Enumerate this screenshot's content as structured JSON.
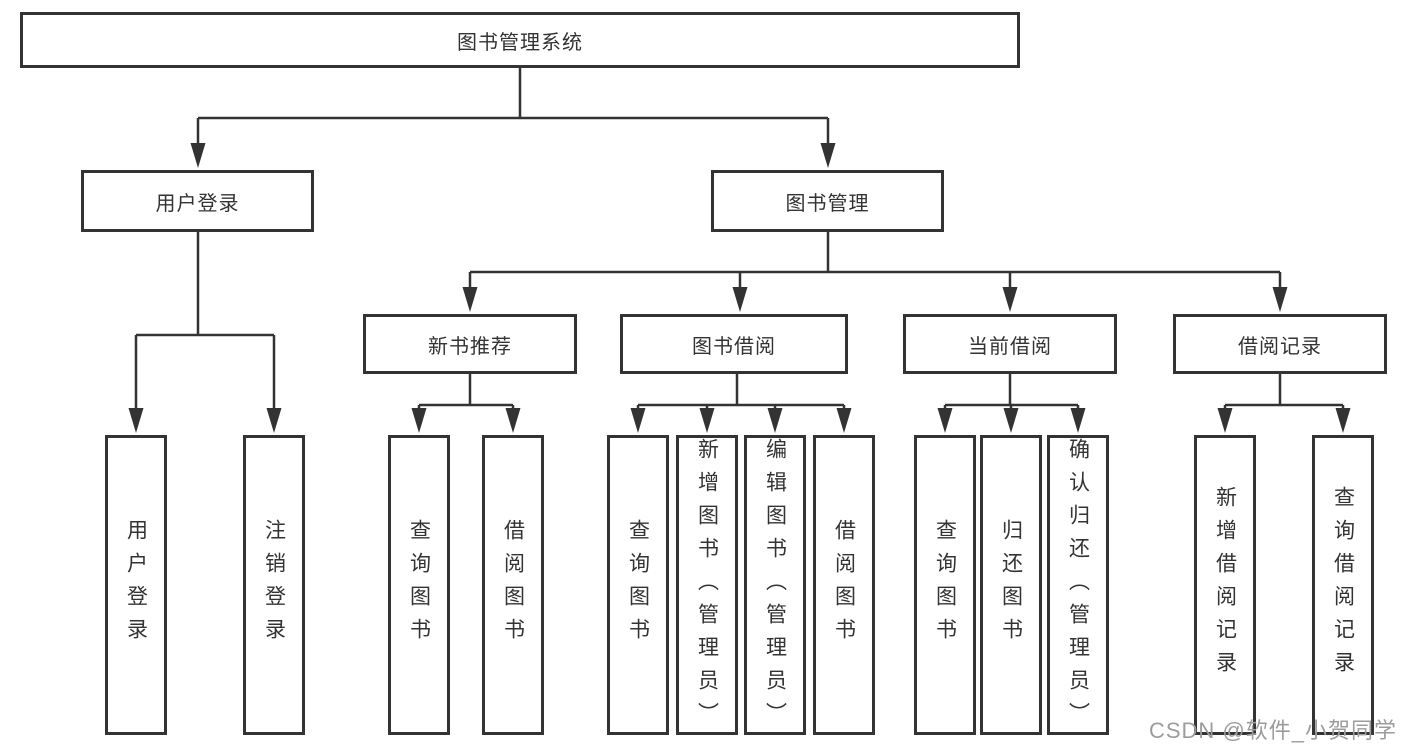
{
  "diagram": {
    "root": {
      "label": "图书管理系统"
    },
    "level2": [
      {
        "label": "用户登录"
      },
      {
        "label": "图书管理"
      }
    ],
    "level3": [
      {
        "label": "新书推荐"
      },
      {
        "label": "图书借阅"
      },
      {
        "label": "当前借阅"
      },
      {
        "label": "借阅记录"
      }
    ],
    "leaves": {
      "user_login": [
        {
          "label": "用户登录"
        },
        {
          "label": "注销登录"
        }
      ],
      "new_book_recommend": [
        {
          "label": "查询图书"
        },
        {
          "label": "借阅图书"
        }
      ],
      "book_borrow": [
        {
          "label": "查询图书"
        },
        {
          "label": "新增图书（管理员）"
        },
        {
          "label": "编辑图书（管理员）"
        },
        {
          "label": "借阅图书"
        }
      ],
      "current_borrow": [
        {
          "label": "查询图书"
        },
        {
          "label": "归还图书"
        },
        {
          "label": "确认归还（管理员）"
        }
      ],
      "borrow_records": [
        {
          "label": "新增借阅记录"
        },
        {
          "label": "查询借阅记录"
        }
      ]
    }
  },
  "watermark": {
    "text": "CSDN @软件_小贺同学"
  },
  "colors": {
    "line": "#333333",
    "box_border": "#333333",
    "box_fill": "#ffffff",
    "text": "#333333",
    "watermark": "#9c9c9c",
    "background": "#ffffff"
  }
}
